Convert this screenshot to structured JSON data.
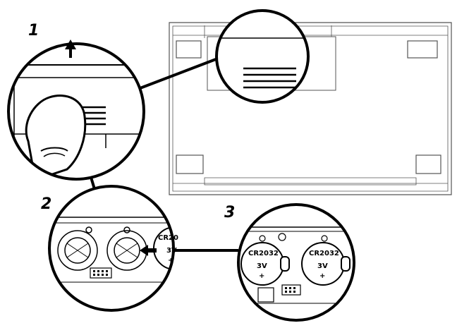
{
  "steps": [
    {
      "label": "1"
    },
    {
      "label": "2"
    },
    {
      "label": "3"
    }
  ],
  "battery_labels": {
    "step2_partial": "CR20",
    "step2_voltage": "3V",
    "step2_polarity": "+",
    "left_model": "CR2032",
    "left_voltage": "3V",
    "left_polarity": "+",
    "right_model": "CR2032",
    "right_voltage": "3V",
    "right_polarity": "+"
  },
  "colors": {
    "line": "#000000",
    "device": "#555555",
    "background": "#ffffff"
  }
}
